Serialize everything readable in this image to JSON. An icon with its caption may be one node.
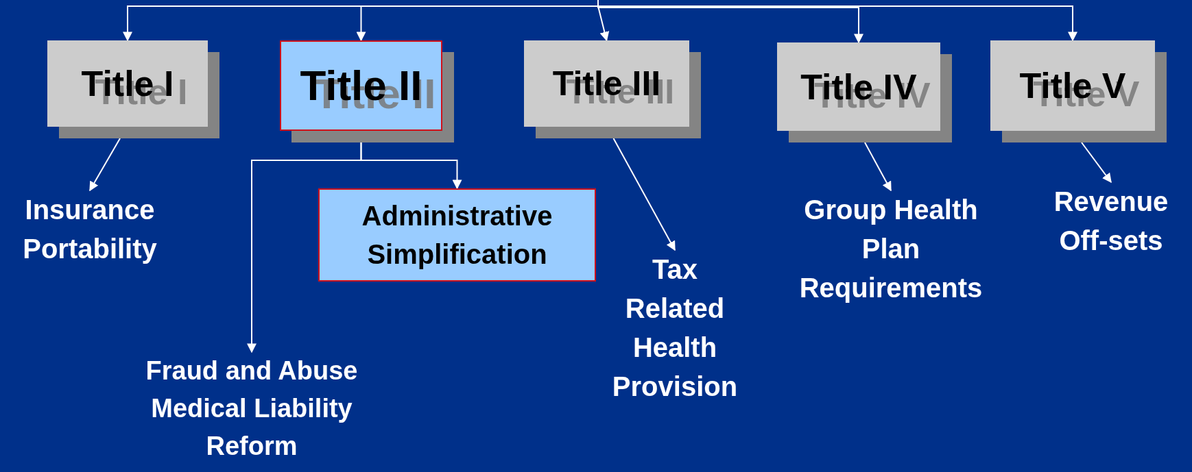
{
  "diagram": {
    "nodes": [
      {
        "text": [
          "Title I"
        ]
      },
      {
        "text": [
          "Title II"
        ]
      },
      {
        "text": [
          "Title III"
        ]
      },
      {
        "text": [
          "Title IV"
        ]
      },
      {
        "text": [
          "Title V"
        ]
      },
      {
        "text": [
          "Insurance Portability"
        ]
      },
      {
        "text": [
          "Administrative Simplification"
        ]
      },
      {
        "text": [
          "Fraud and Abuse Medical Liability Reform"
        ]
      },
      {
        "text": [
          "Tax Related Health Provision"
        ]
      },
      {
        "text": [
          "Group Health Plan Requirements"
        ]
      },
      {
        "text": [
          "Revenue Off-sets"
        ]
      }
    ],
    "edges": [
      {
        "from": null,
        "to": 0,
        "arrow": "to"
      },
      {
        "from": null,
        "to": 1,
        "arrow": "to"
      },
      {
        "from": null,
        "to": 2,
        "arrow": "to"
      },
      {
        "from": null,
        "to": 3,
        "arrow": "to"
      },
      {
        "from": null,
        "to": 4,
        "arrow": "to"
      },
      {
        "from": 0,
        "to": 5,
        "arrow": "to"
      },
      {
        "from": 1,
        "to": 6,
        "arrow": "to"
      },
      {
        "from": 1,
        "to": 7,
        "arrow": "to"
      },
      {
        "from": 2,
        "to": 8,
        "arrow": "to"
      },
      {
        "from": 3,
        "to": 9,
        "arrow": "to"
      },
      {
        "from": 4,
        "to": 10,
        "arrow": "to"
      }
    ]
  }
}
